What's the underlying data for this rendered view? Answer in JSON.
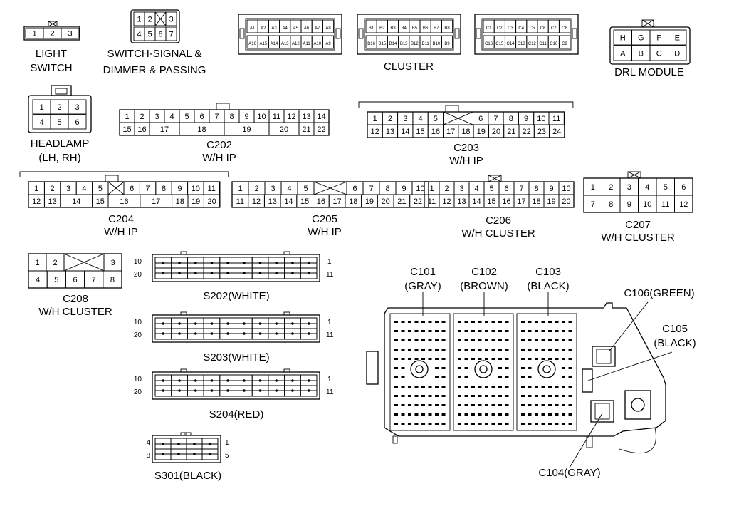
{
  "connectors": {
    "light_switch": {
      "title": "LIGHT",
      "title2": "SWITCH",
      "pins": [
        "1",
        "2",
        "3"
      ]
    },
    "switch_signal": {
      "title": "SWITCH-SIGNAL &",
      "title2": "DIMMER & PASSING",
      "top": [
        "1",
        "2",
        "",
        "3"
      ],
      "bottom": [
        "4",
        "5",
        "6",
        "7"
      ]
    },
    "cluster": {
      "title": "CLUSTER",
      "a_top": [
        "A1",
        "A2",
        "A3",
        "A4",
        "A5",
        "A6",
        "A7",
        "A8"
      ],
      "a_bot": [
        "A16",
        "A15",
        "A14",
        "A13",
        "A12",
        "A11",
        "A10",
        "A9"
      ],
      "b_top": [
        "B1",
        "B2",
        "B3",
        "B4",
        "B5",
        "B6",
        "B7",
        "B8"
      ],
      "b_bot": [
        "B16",
        "B15",
        "B14",
        "B13",
        "B12",
        "B11",
        "B10",
        "B9"
      ],
      "c_top": [
        "C1",
        "C2",
        "C3",
        "C4",
        "C5",
        "C6",
        "C7",
        "C8"
      ],
      "c_bot": [
        "C16",
        "C15",
        "C14",
        "C13",
        "C12",
        "C11",
        "C10",
        "C9"
      ]
    },
    "drl": {
      "title": "DRL MODULE",
      "top": [
        "H",
        "G",
        "F",
        "E"
      ],
      "bottom": [
        "A",
        "B",
        "C",
        "D"
      ]
    },
    "headlamp": {
      "title": "HEADLAMP",
      "title2": "(LH, RH)",
      "top": [
        "1",
        "2",
        "3"
      ],
      "bottom": [
        "4",
        "5",
        "6"
      ]
    },
    "c202": {
      "title": "C202",
      "title2": "W/H IP",
      "top": [
        "1",
        "2",
        "3",
        "4",
        "5",
        "6",
        "7",
        "8",
        "9",
        "10",
        "11",
        "12",
        "13",
        "14"
      ],
      "bottom": [
        "15",
        "16",
        "17",
        "18",
        "19",
        "20",
        "21",
        "22"
      ]
    },
    "c203": {
      "title": "C203",
      "title2": "W/H IP",
      "top": [
        "1",
        "2",
        "3",
        "4",
        "5",
        "",
        "6",
        "7",
        "8",
        "9",
        "10",
        "11"
      ],
      "bottom": [
        "12",
        "13",
        "14",
        "15",
        "16",
        "17",
        "18",
        "19",
        "20",
        "21",
        "22",
        "23",
        "24"
      ]
    },
    "c204": {
      "title": "C204",
      "title2": "W/H IP",
      "top": [
        "1",
        "2",
        "3",
        "4",
        "5",
        "",
        "6",
        "7",
        "8",
        "9",
        "10",
        "11"
      ],
      "bottom": [
        "12",
        "13",
        "14",
        "15",
        "16",
        "17",
        "18",
        "19",
        "20"
      ]
    },
    "c205": {
      "title": "C205",
      "title2": "W/H IP",
      "top": [
        "1",
        "2",
        "3",
        "4",
        "5",
        "",
        "6",
        "7",
        "8",
        "9",
        "10"
      ],
      "bottom": [
        "11",
        "12",
        "13",
        "14",
        "15",
        "16",
        "17",
        "18",
        "19",
        "20",
        "21",
        "22"
      ]
    },
    "c206": {
      "title": "C206",
      "title2": "W/H CLUSTER",
      "top": [
        "1",
        "2",
        "3",
        "4",
        "5",
        "6",
        "7",
        "8",
        "9",
        "10"
      ],
      "bottom": [
        "11",
        "12",
        "13",
        "14",
        "15",
        "16",
        "17",
        "18",
        "19",
        "20"
      ]
    },
    "c207": {
      "title": "C207",
      "title2": "W/H CLUSTER",
      "top": [
        "1",
        "2",
        "3",
        "4",
        "5",
        "6"
      ],
      "bottom": [
        "7",
        "8",
        "9",
        "10",
        "11",
        "12"
      ]
    },
    "c208": {
      "title": "C208",
      "title2": "W/H CLUSTER",
      "top": [
        "1",
        "2",
        "",
        "3"
      ],
      "bottom": [
        "4",
        "5",
        "6",
        "7",
        "8"
      ]
    }
  },
  "splices": {
    "s202": {
      "title": "S202(WHITE)",
      "left_top": "10",
      "left_bot": "20",
      "right_top": "1",
      "right_bot": "11"
    },
    "s203": {
      "title": "S203(WHITE)",
      "left_top": "10",
      "left_bot": "20",
      "right_top": "1",
      "right_bot": "11"
    },
    "s204": {
      "title": "S204(RED)",
      "left_top": "10",
      "left_bot": "20",
      "right_top": "1",
      "right_bot": "11"
    },
    "s301": {
      "title": "S301(BLACK)",
      "left_top": "4",
      "left_bot": "8",
      "right_top": "1",
      "right_bot": "5"
    }
  },
  "junction_block": {
    "c101": "C101",
    "c101_color": "(GRAY)",
    "c102": "C102",
    "c102_color": "(BROWN)",
    "c103": "C103",
    "c103_color": "(BLACK)",
    "c106": "C106(GREEN)",
    "c105": "C105",
    "c105_color": "(BLACK)",
    "c104": "C104(GRAY)"
  }
}
